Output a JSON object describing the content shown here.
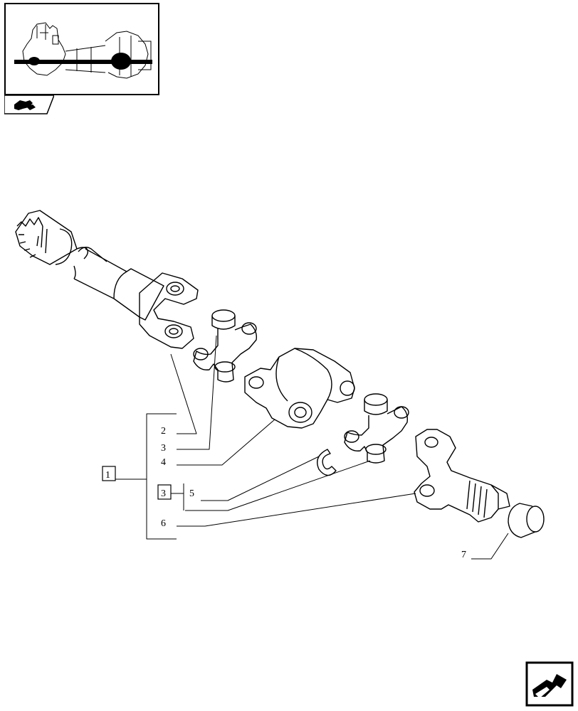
{
  "thumbnail": {
    "icon": "axle-assembly-thumbnail"
  },
  "group_icon": "tractor-axle-icon",
  "navigation": {
    "icon": "next-page-arrow-icon"
  },
  "callouts": {
    "group_ref": "1",
    "subgroup_ref": "3",
    "items": [
      "2",
      "3",
      "4",
      "5",
      "6",
      "7"
    ]
  }
}
